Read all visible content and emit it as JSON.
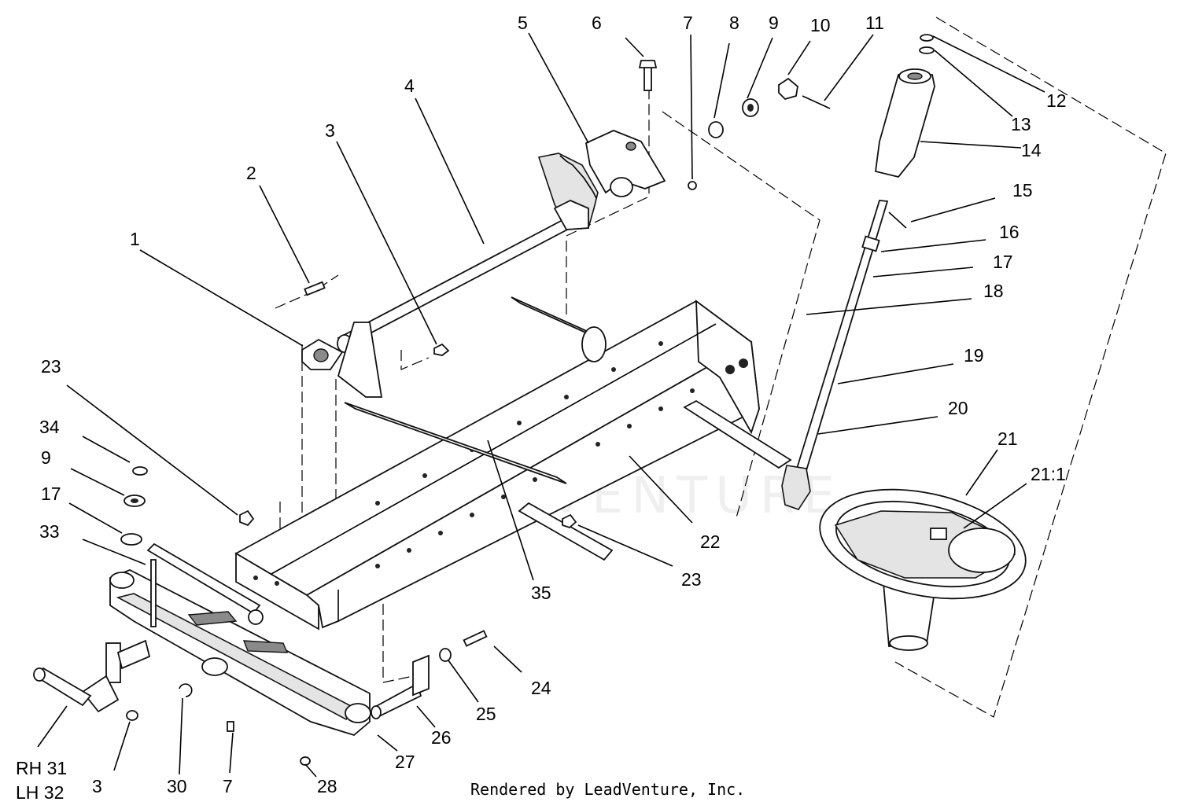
{
  "watermark": "LEADVENTURE",
  "footer": "Rendered by LeadVenture, Inc.",
  "callouts": [
    {
      "id": "c1",
      "text": "1"
    },
    {
      "id": "c2",
      "text": "2"
    },
    {
      "id": "c3a",
      "text": "3"
    },
    {
      "id": "c4",
      "text": "4"
    },
    {
      "id": "c5",
      "text": "5"
    },
    {
      "id": "c6",
      "text": "6"
    },
    {
      "id": "c7a",
      "text": "7"
    },
    {
      "id": "c8",
      "text": "8"
    },
    {
      "id": "c9a",
      "text": "9"
    },
    {
      "id": "c10",
      "text": "10"
    },
    {
      "id": "c11",
      "text": "11"
    },
    {
      "id": "c12",
      "text": "12"
    },
    {
      "id": "c13",
      "text": "13"
    },
    {
      "id": "c14",
      "text": "14"
    },
    {
      "id": "c15",
      "text": "15"
    },
    {
      "id": "c16",
      "text": "16"
    },
    {
      "id": "c17a",
      "text": "17"
    },
    {
      "id": "c18",
      "text": "18"
    },
    {
      "id": "c19",
      "text": "19"
    },
    {
      "id": "c20",
      "text": "20"
    },
    {
      "id": "c21",
      "text": "21"
    },
    {
      "id": "c211",
      "text": "21:1"
    },
    {
      "id": "c22",
      "text": "22"
    },
    {
      "id": "c23a",
      "text": "23"
    },
    {
      "id": "c23b",
      "text": "23"
    },
    {
      "id": "c24",
      "text": "24"
    },
    {
      "id": "c25",
      "text": "25"
    },
    {
      "id": "c26",
      "text": "26"
    },
    {
      "id": "c27",
      "text": "27"
    },
    {
      "id": "c28",
      "text": "28"
    },
    {
      "id": "c30",
      "text": "30"
    },
    {
      "id": "c7b",
      "text": "7"
    },
    {
      "id": "c3b",
      "text": "3"
    },
    {
      "id": "c33",
      "text": "33"
    },
    {
      "id": "c17b",
      "text": "17"
    },
    {
      "id": "c9b",
      "text": "9"
    },
    {
      "id": "c34",
      "text": "34"
    },
    {
      "id": "c35",
      "text": "35"
    },
    {
      "id": "crh",
      "text": "RH 31"
    },
    {
      "id": "clh",
      "text": "LH 32"
    }
  ]
}
